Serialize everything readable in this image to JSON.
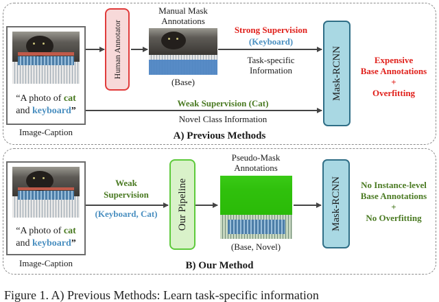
{
  "panel_a": {
    "title": "A) Previous Methods",
    "image_caption_line1_pre": "“A photo of ",
    "image_caption_word1": "cat",
    "image_caption_line2_pre": "and ",
    "image_caption_word2": "keyboard",
    "image_caption_close": "”",
    "image_caption_label": "Image-Caption",
    "human_annotator": "Human Annotator",
    "manual_mask_line1": "Manual Mask",
    "manual_mask_line2": "Annotations",
    "base_label": "(Base)",
    "strong_supervision": "Strong Supervision",
    "strong_keyword": "(Keyboard)",
    "task_specific_line1": "Task-specific",
    "task_specific_line2": "Information",
    "weak_supervision": "Weak Supervision (Cat)",
    "novel_class_info": "Novel Class Information",
    "mask_rcnn": "Mask-RCNN",
    "result_line1": "Expensive",
    "result_line2": "Base Annotations",
    "result_line3": "+",
    "result_line4": "Overfitting"
  },
  "panel_b": {
    "title": "B) Our Method",
    "image_caption_line1_pre": "“A photo of ",
    "image_caption_word1": "cat",
    "image_caption_line2_pre": "and ",
    "image_caption_word2": "keyboard",
    "image_caption_close": "”",
    "image_caption_label": "Image-Caption",
    "weak_line1": "Weak",
    "weak_line2": "Supervision",
    "weak_keywords": "(Keyboard, Cat)",
    "our_pipeline": "Our Pipeline",
    "pseudo_mask_line1": "Pseudo-Mask",
    "pseudo_mask_line2": "Annotations",
    "base_novel_label": "(Base, Novel)",
    "mask_rcnn": "Mask-RCNN",
    "result_line1": "No  Instance-level",
    "result_line2": "Base Annotations",
    "result_line3": "+",
    "result_line4": "No Overfitting"
  },
  "footer": {
    "caption_fragment": "Figure 1.  A) Previous Methods: Learn task-specific information"
  },
  "colors": {
    "strong_red": "#e0201b",
    "weak_green": "#4a7a22",
    "keyword_blue": "#4a8fc0",
    "annotator_fill": "#f7d9d9",
    "annotator_border": "#e03a3a",
    "pipeline_fill": "#d9f2c9",
    "pipeline_border": "#5cc93a",
    "maskrcnn_fill": "#a9d8e3",
    "maskrcnn_border": "#2f6e86"
  }
}
